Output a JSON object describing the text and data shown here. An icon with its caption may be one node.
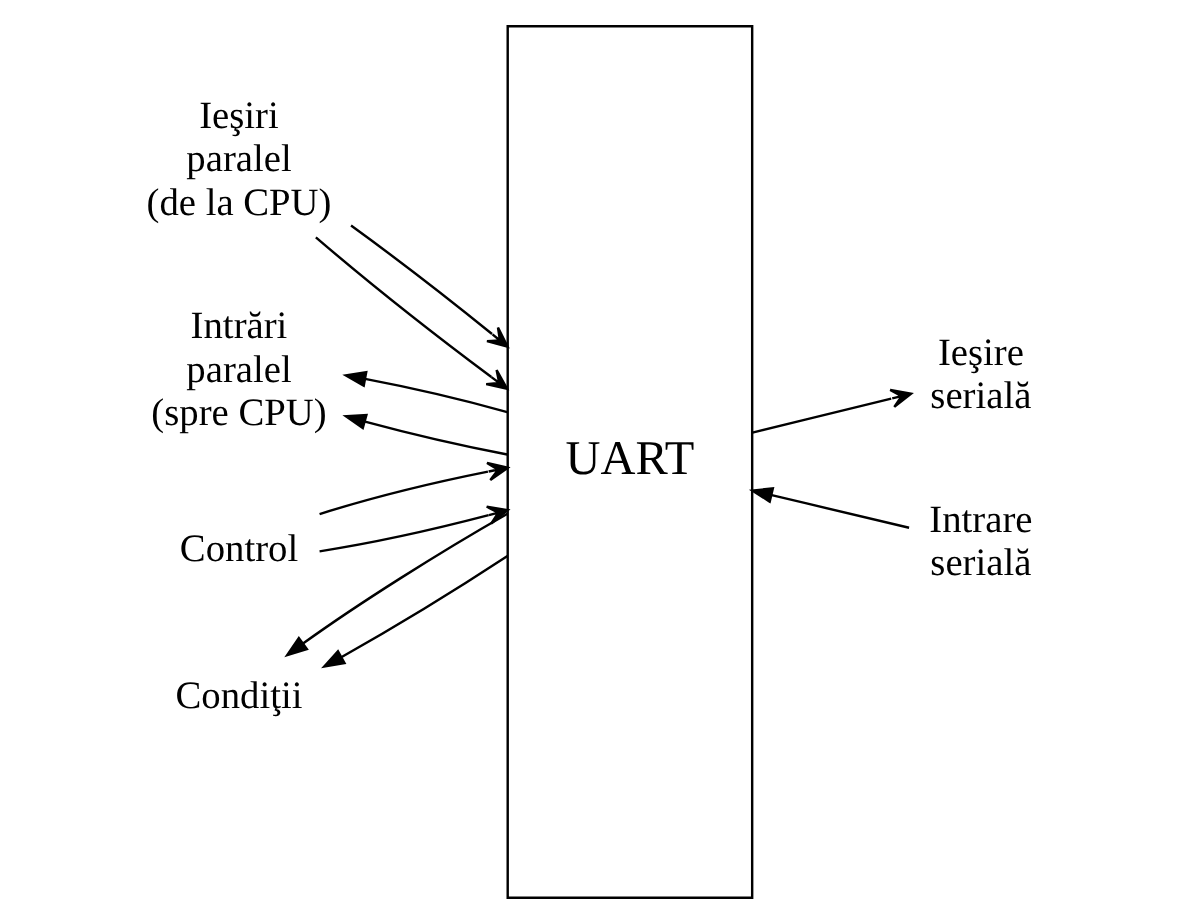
{
  "diagram": {
    "nodes": [
      {
        "text": [
          "Ieşiri paralel (de la CPU)"
        ]
      },
      {
        "text": [
          "UART"
        ]
      },
      {
        "text": [
          "Ieşire serială"
        ]
      },
      {
        "text": [
          "Intrări paralel (spre CPU)"
        ]
      },
      {
        "text": [
          "Intrare serială"
        ]
      },
      {
        "text": [
          "Control"
        ]
      },
      {
        "text": [
          "Condiţii"
        ]
      }
    ],
    "edges": [
      {
        "from": 0,
        "to": 1,
        "arrow": "to"
      },
      {
        "from": 0,
        "to": 1,
        "arrow": "to"
      },
      {
        "from": 1,
        "to": 3,
        "arrow": "to"
      },
      {
        "from": 1,
        "to": 3,
        "arrow": "to"
      },
      {
        "from": 5,
        "to": 1,
        "arrow": "to"
      },
      {
        "from": 5,
        "to": 1,
        "arrow": "to"
      },
      {
        "from": 1,
        "to": 6,
        "arrow": "to"
      },
      {
        "from": 1,
        "to": 6,
        "arrow": "to"
      },
      {
        "from": 1,
        "to": 2,
        "arrow": "to"
      },
      {
        "from": 4,
        "to": 1,
        "arrow": "to"
      }
    ]
  }
}
